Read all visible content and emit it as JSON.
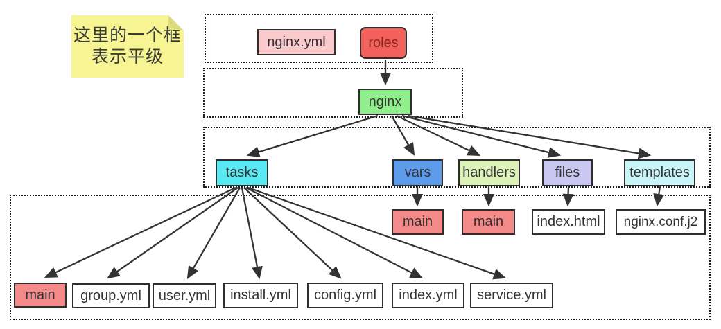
{
  "note": {
    "line1": "这里的一个框",
    "line2": "表示平级"
  },
  "nodes": {
    "nginx_yml": "nginx.yml",
    "roles": "roles",
    "nginx": "nginx",
    "tasks": "tasks",
    "vars": "vars",
    "handlers": "handlers",
    "files": "files",
    "templates": "templates",
    "vars_main": "main",
    "handlers_main": "main",
    "index_html": "index.html",
    "nginx_conf_j2": "nginx.conf.j2",
    "tasks_main": "main",
    "group_yml": "group.yml",
    "user_yml": "user.yml",
    "install_yml": "install.yml",
    "config_yml": "config.yml",
    "index_yml": "index.yml",
    "service_yml": "service.yml"
  },
  "colors": {
    "pink": "#f9c9cb",
    "red": "#f3615d",
    "red_text": "#87291f",
    "green": "#90ee8c",
    "cyan": "#59e9f2",
    "blue": "#5e9beb",
    "yellowgreen": "#ddf2b8",
    "lavender": "#c9c7f2",
    "palecyan": "#c9f5f8",
    "salmon": "#f48a8a",
    "note": "#f7f593",
    "note_fold": "#dcdb7d",
    "arrow": "#333333",
    "border": "#2e2e2e"
  }
}
